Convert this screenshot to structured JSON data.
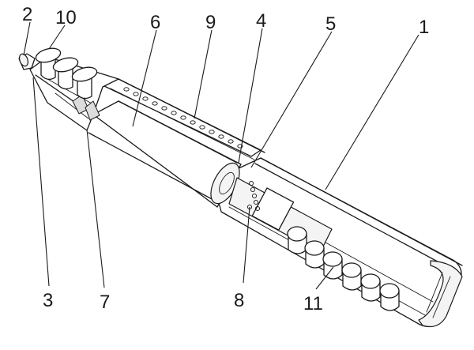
{
  "figure": {
    "description_labels": [
      {
        "id": "c1",
        "text": "1"
      },
      {
        "id": "c2",
        "text": "2"
      },
      {
        "id": "c3",
        "text": "3"
      },
      {
        "id": "c4",
        "text": "4"
      },
      {
        "id": "c5",
        "text": "5"
      },
      {
        "id": "c6",
        "text": "6"
      },
      {
        "id": "c7",
        "text": "7"
      },
      {
        "id": "c8",
        "text": "8"
      },
      {
        "id": "c9",
        "text": "9"
      },
      {
        "id": "c10",
        "text": "10"
      },
      {
        "id": "c11",
        "text": "11"
      }
    ]
  }
}
